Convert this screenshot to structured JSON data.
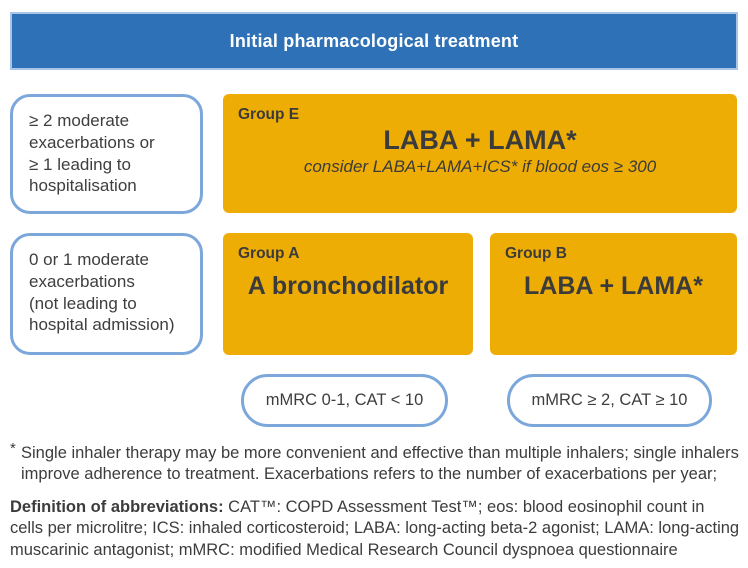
{
  "header": {
    "title": "Initial pharmacological treatment"
  },
  "criteria": {
    "high_risk": "≥ 2 moderate\nexacerbations or\n≥ 1 leading to\nhospitalisation",
    "low_risk": "0 or 1 moderate\nexacerbations\n(not leading to\nhospital admission)"
  },
  "groups": {
    "e": {
      "label": "Group E",
      "treatment": "LABA + LAMA*",
      "note": "consider LABA+LAMA+ICS* if blood eos ≥ 300"
    },
    "a": {
      "label": "Group A",
      "treatment": "A bronchodilator"
    },
    "b": {
      "label": "Group B",
      "treatment": "LABA + LAMA*"
    }
  },
  "assessments": {
    "group_a": "mMRC 0-1, CAT < 10",
    "group_b": "mMRC ≥ 2, CAT ≥ 10"
  },
  "footnotes": {
    "asterisk_marker": "*",
    "asterisk_text": "Single inhaler therapy may be more convenient and effective than multiple inhalers; single inhalers improve adherence to treatment. Exacerbations refers to the number of exacerbations per year;",
    "abbreviations_label": "Definition of abbreviations:",
    "abbreviations_text": " CAT™: COPD Assessment Test™; eos: blood eosinophil count in cells per microlitre; ICS: inhaled corticosteroid; LABA: long-acting beta-2 agonist; LAMA: long-acting muscarinic antagonist; mMRC: modified Medical Research Council dyspnoea questionnaire"
  },
  "colors": {
    "header_blue": "#2e71b6",
    "group_orange": "#eead04",
    "outline_blue": "#7ba7db",
    "text_dark": "#3e3e3e",
    "header_text": "#ffffff"
  }
}
